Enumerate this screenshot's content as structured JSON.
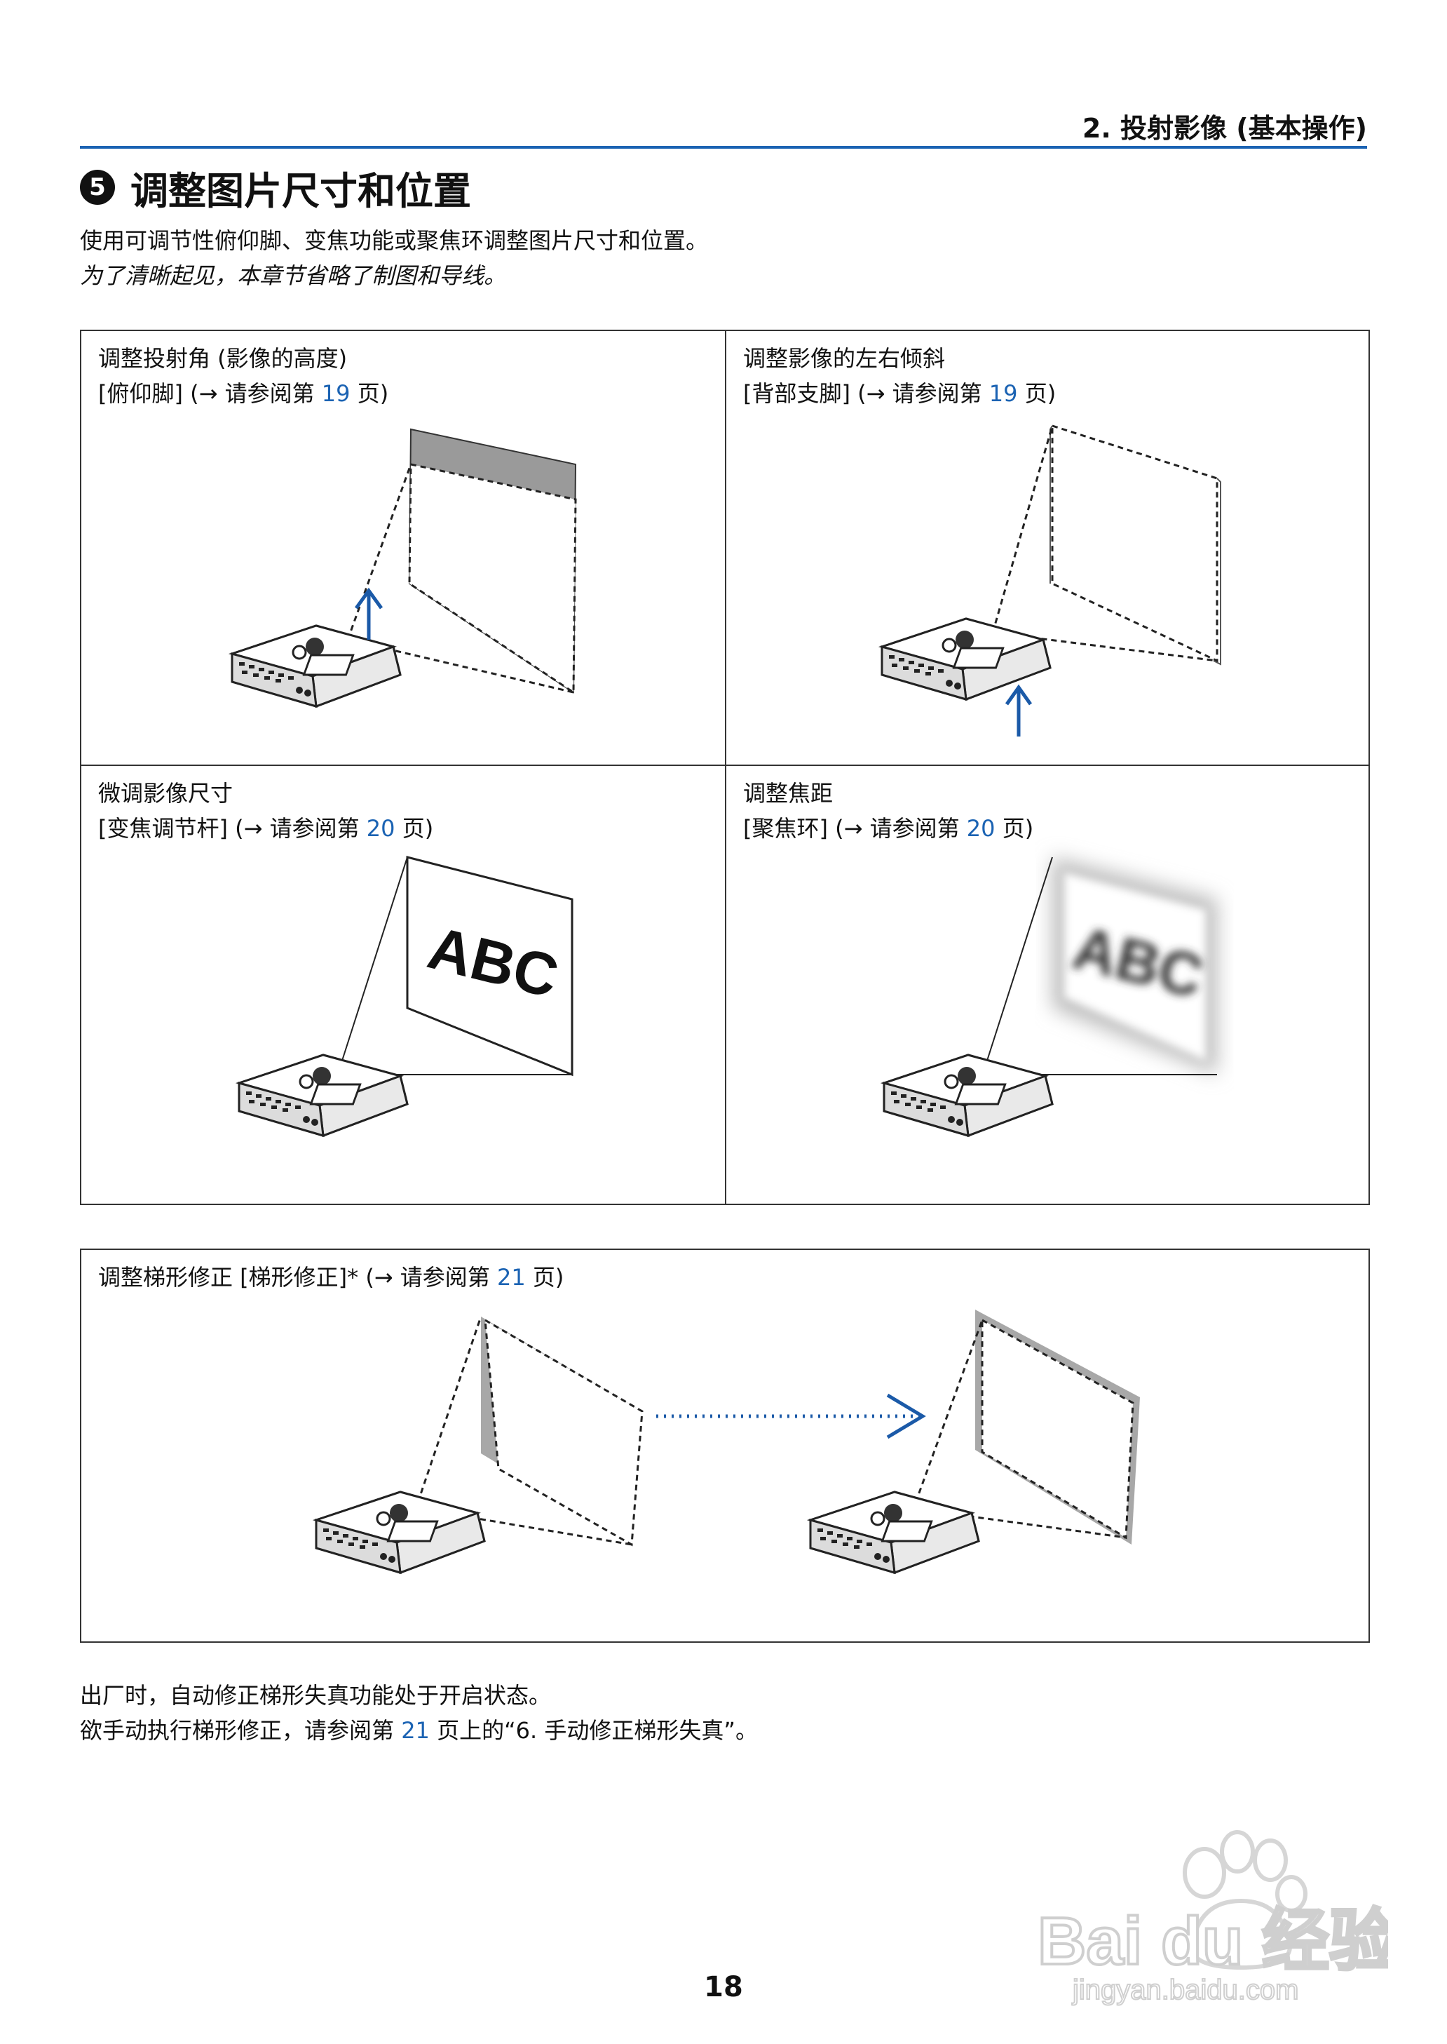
{
  "header": {
    "text": "2. 投射影像 (基本操作)"
  },
  "section": {
    "number": "5",
    "title": "调整图片尺寸和位置",
    "intro": "使用可调节性俯仰脚、变焦功能或聚焦环调整图片尺寸和位置。",
    "note_italic": "为了清晰起见，本章节省略了制图和导线。"
  },
  "panels": [
    {
      "title": "调整投射角 (影像的高度)",
      "ref_prefix": "[俯仰脚] (→ 请参阅第 ",
      "page": "19",
      "ref_suffix": " 页)"
    },
    {
      "title": "调整影像的左右倾斜",
      "ref_prefix": "[背部支脚] (→ 请参阅第 ",
      "page": "19",
      "ref_suffix": " 页)"
    },
    {
      "title": "微调影像尺寸",
      "ref_prefix": "[变焦调节杆] (→ 请参阅第 ",
      "page": "20",
      "ref_suffix": " 页)",
      "screen_text": "ABC"
    },
    {
      "title": "调整焦距",
      "ref_prefix": "[聚焦环] (→ 请参阅第 ",
      "page": "20",
      "ref_suffix": " 页)",
      "screen_text": "ABC"
    }
  ],
  "keystone": {
    "prefix": "调整梯形修正 [梯形修正]* (→ 请参阅第 ",
    "page": "21",
    "suffix": " 页)"
  },
  "notes": {
    "line1": "出厂时，自动修正梯形失真功能处于开启状态。",
    "line2_prefix": "欲手动执行梯形修正，请参阅第 ",
    "line2_page": "21",
    "line2_suffix": " 页上的“6. 手动修正梯形失真”。"
  },
  "page_number": "18",
  "watermark": {
    "brand": "Bai du 经验",
    "url": "jingyan.baidu.com"
  },
  "colors": {
    "accent": "#1b63b3",
    "arrow": "#1b5aa8"
  }
}
